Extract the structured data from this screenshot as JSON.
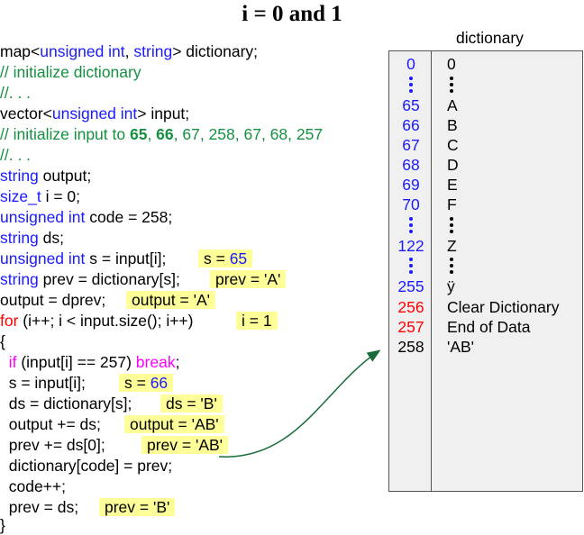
{
  "title": "i = 0 and 1",
  "code": {
    "l1_a": "map<",
    "l1_b": "unsigned int",
    "l1_c": ", ",
    "l1_d": "string",
    "l1_e": "> dictionary;",
    "l2": "// initialize dictionary",
    "l3": "//. . .",
    "l4_a": "vector<",
    "l4_b": "unsigned int",
    "l4_c": "> input;",
    "l5_a": "// initialize input to ",
    "l5_b": "65",
    "l5_c": ", ",
    "l5_d": "66",
    "l5_e": ", 67, 258, 67, 68, 257",
    "l6": "//. . .",
    "l7_a": "string",
    "l7_b": " output;",
    "l8_a": "size_t",
    "l8_b": " i = 0;",
    "l9_a": "unsigned int",
    "l9_b": " code = 258;",
    "l10_a": "string",
    "l10_b": " ds;",
    "l11_a": "unsigned int",
    "l11_b": " s = input[i];",
    "l12_a": "string",
    "l12_b": " prev = dictionary[s];",
    "l13": "output = dprev;",
    "l14_a": "for",
    "l14_b": " (i++; i < input.size(); i++)",
    "l15": "{",
    "l16_a": "  ",
    "l16_b": "if",
    "l16_c": " (input[i] == 257) ",
    "l16_d": "break",
    "l16_e": ";",
    "l17": "  s = input[i];",
    "l18": "  ds = dictionary[s];",
    "l19": "  output += ds;",
    "l20": "  prev += ds[0];",
    "l21": "  dictionary[code] = prev;",
    "l22": "  code++;",
    "l23": "  prev = ds;",
    "l24": "}"
  },
  "highlights": {
    "s1_a": "s = ",
    "s1_b": "65",
    "prev1": "prev = 'A'",
    "output1": "output = 'A'",
    "i1": "i = 1",
    "s2_a": "s = ",
    "s2_b": "66",
    "ds1": "ds = 'B'",
    "output2": "output = 'AB'",
    "prev2": "prev = 'AB'",
    "prev3": "prev = 'B'"
  },
  "dictionary": {
    "title": "dictionary",
    "entries": [
      {
        "key": "0",
        "value": "0"
      },
      {
        "key": "65",
        "value": "A"
      },
      {
        "key": "66",
        "value": "B"
      },
      {
        "key": "67",
        "value": "C"
      },
      {
        "key": "68",
        "value": "D"
      },
      {
        "key": "69",
        "value": "E"
      },
      {
        "key": "70",
        "value": "F"
      },
      {
        "key": "122",
        "value": "Z"
      },
      {
        "key": "255",
        "value": "ÿ"
      },
      {
        "key": "256",
        "value": "Clear Dictionary"
      },
      {
        "key": "257",
        "value": "End of Data"
      },
      {
        "key": "258",
        "value": "'AB'"
      }
    ]
  },
  "colors": {
    "keyword": "#1a1aff",
    "comment": "#159040",
    "control": "#ff00ff",
    "special": "#ff0000",
    "highlight": "#ffff99",
    "arrow": "#1a6b3a"
  }
}
